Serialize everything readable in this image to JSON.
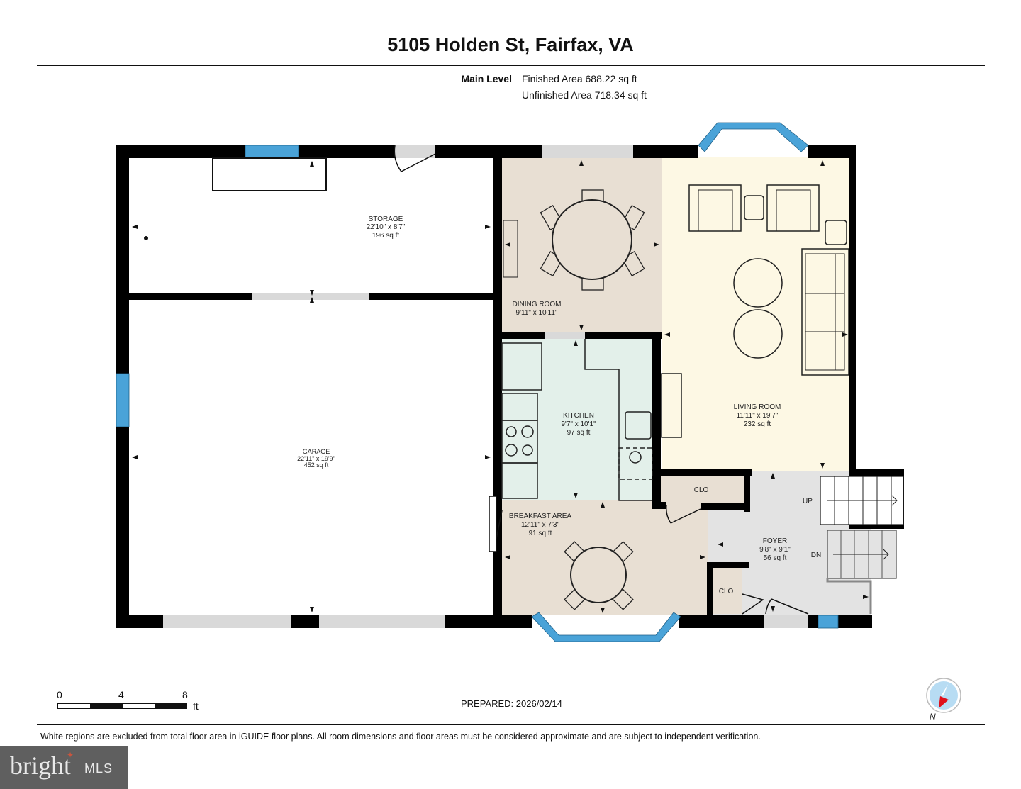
{
  "header": {
    "title": "5105 Holden St, Fairfax, VA",
    "level": "Main Level",
    "finished_area": "Finished Area 688.22 sq ft",
    "unfinished_area": "Unfinished Area 718.34 sq ft"
  },
  "rooms": {
    "storage": {
      "name": "STORAGE",
      "dims": "22'10\" x 8'7\"",
      "area": "196 sq ft"
    },
    "garage": {
      "name": "GARAGE",
      "dims": "22'11\" x 19'9\"",
      "area": "452 sq ft"
    },
    "dining": {
      "name": "DINING ROOM",
      "dims": "9'11\" x 10'11\""
    },
    "living": {
      "name": "LIVING ROOM",
      "dims": "11'11\" x 19'7\"",
      "area": "232 sq ft"
    },
    "kitchen": {
      "name": "KITCHEN",
      "dims": "9'7\" x 10'1\"",
      "area": "97 sq ft"
    },
    "breakfast": {
      "name": "BREAKFAST AREA",
      "dims": "12'11\" x 7'3\"",
      "area": "91 sq ft"
    },
    "foyer": {
      "name": "FOYER",
      "dims": "9'8\" x 9'1\"",
      "area": "56 sq ft"
    },
    "closet1": {
      "name": "CLO"
    },
    "closet2": {
      "name": "CLO"
    },
    "stairs_up": "UP",
    "stairs_down": "DN"
  },
  "colors": {
    "wall": "#000000",
    "window": "#4aa3d8",
    "dining_fill": "#e8dfd3",
    "living_fill": "#fdf8e4",
    "kitchen_fill": "#e3f0ea",
    "breakfast_fill": "#e8dfd3",
    "foyer_fill": "#e3e3e3",
    "closet_fill": "#e8dfd3"
  },
  "scale": {
    "ticks": [
      "0",
      "4",
      "8"
    ],
    "unit": "ft"
  },
  "footer": {
    "prepared": "PREPARED: 2026/02/14",
    "disclaimer": "White regions are excluded from total floor area in iGUIDE floor plans. All room dimensions and floor areas must be considered approximate and are subject to independent verification.",
    "compass_label": "N",
    "logo_text": "bright",
    "logo_suffix": "MLS"
  }
}
